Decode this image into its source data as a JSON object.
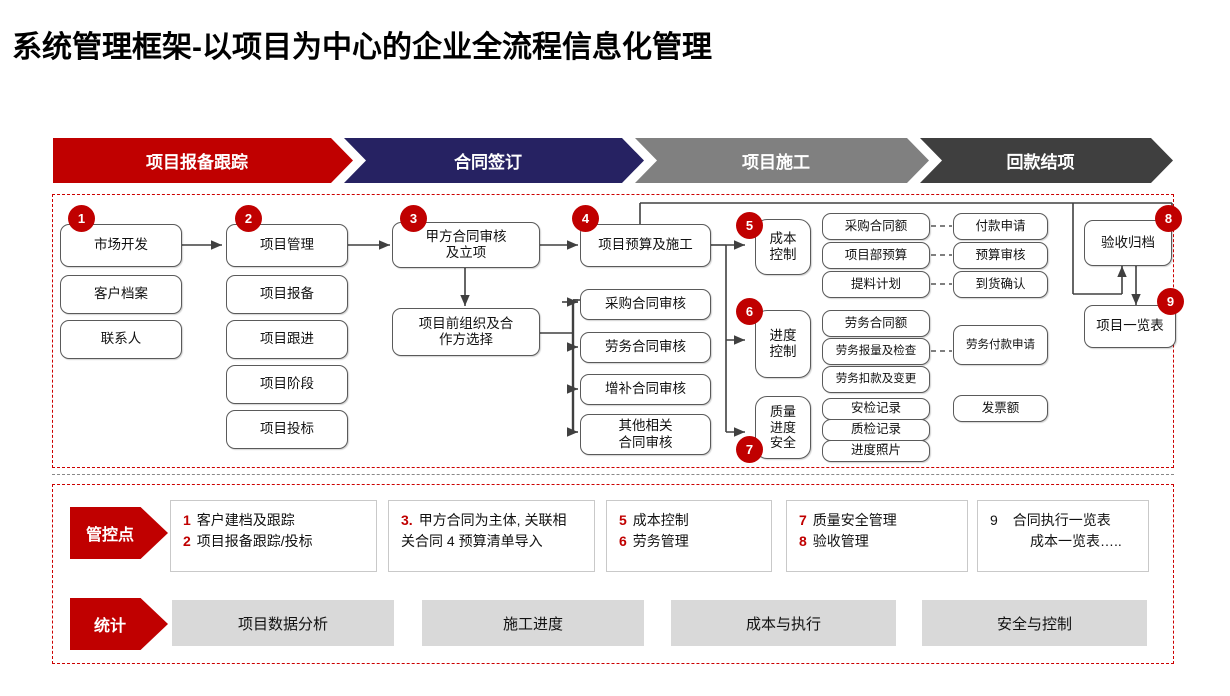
{
  "title": "系统管理框架-以项目为中心的企业全流程信息化管理",
  "colors": {
    "phase1": "#c00000",
    "phase2": "#262262",
    "phase3": "#808080",
    "phase4": "#3f3f3f",
    "badge": "#c00000",
    "dashed_border": "#cc0000",
    "stat_box": "#d9d9d9"
  },
  "phases": [
    {
      "label": "项目报备跟踪",
      "color": "#c00000"
    },
    {
      "label": "合同签订",
      "color": "#262262"
    },
    {
      "label": "项目施工",
      "color": "#808080"
    },
    {
      "label": "回款结项",
      "color": "#3f3f3f"
    }
  ],
  "flow": {
    "col1": [
      {
        "text": "市场开发",
        "badge": "1"
      },
      {
        "text": "客户档案"
      },
      {
        "text": "联系人"
      }
    ],
    "col2": [
      {
        "text": "项目管理",
        "badge": "2"
      },
      {
        "text": "项目报备"
      },
      {
        "text": "项目跟进"
      },
      {
        "text": "项目阶段"
      },
      {
        "text": "项目投标"
      }
    ],
    "col3": [
      {
        "line1": "甲方合同审核",
        "line2": "及立项",
        "badge": "3"
      },
      {
        "line1": "项目前组织及合",
        "line2": "作方选择"
      }
    ],
    "col4": {
      "top": {
        "text": "项目预算及施工",
        "badge": "4"
      },
      "contracts": [
        {
          "text": "采购合同审核"
        },
        {
          "text": "劳务合同审核"
        },
        {
          "text": "增补合同审核"
        },
        {
          "line1": "其他相关",
          "line2": "合同审核"
        }
      ]
    },
    "col5": {
      "cost": {
        "badge": "5",
        "line1": "成本",
        "line2": "控制",
        "items": [
          "采购合同额",
          "项目部预算",
          "提料计划"
        ],
        "linked": [
          "付款申请",
          "预算审核",
          "到货确认"
        ]
      },
      "progress": {
        "badge": "6",
        "line1": "进度",
        "line2": "控制",
        "items": [
          "劳务合同额",
          "劳务报量及检查",
          "劳务扣款及变更"
        ],
        "linked": [
          "劳务付款申请"
        ]
      },
      "quality": {
        "badge": "7",
        "line1": "质量",
        "line2": "进度",
        "line3": "安全",
        "items": [
          "安检记录",
          "质检记录",
          "进度照片"
        ]
      },
      "invoice": "发票额"
    },
    "col6": [
      {
        "text": "验收归档",
        "badge": "8"
      },
      {
        "text": "项目一览表",
        "badge": "9"
      }
    ]
  },
  "bottom": {
    "control_tag": "管控点",
    "stats_tag": "统计",
    "control_boxes": [
      {
        "lines": [
          {
            "num": "1",
            "text": "客户建档及跟踪"
          },
          {
            "num": "2",
            "text": "项目报备跟踪/投标"
          }
        ]
      },
      {
        "lines": [
          {
            "num": "3.",
            "text": "甲方合同为主体, 关联相"
          },
          {
            "num": "",
            "text": "关合同  4  预算清单导入"
          }
        ]
      },
      {
        "lines": [
          {
            "num": "5",
            "text": "成本控制"
          },
          {
            "num": "6",
            "text": "劳务管理"
          }
        ]
      },
      {
        "lines": [
          {
            "num": "7",
            "text": "质量安全管理"
          },
          {
            "num": "8",
            "text": "验收管理"
          }
        ]
      },
      {
        "lines": [
          {
            "num": "9",
            "text": "合同执行一览表",
            "plain": true
          },
          {
            "num": "",
            "text": "成本一览表…..",
            "indent": true
          }
        ]
      }
    ],
    "stat_boxes": [
      "项目数据分析",
      "施工进度",
      "成本与执行",
      "安全与控制"
    ]
  }
}
